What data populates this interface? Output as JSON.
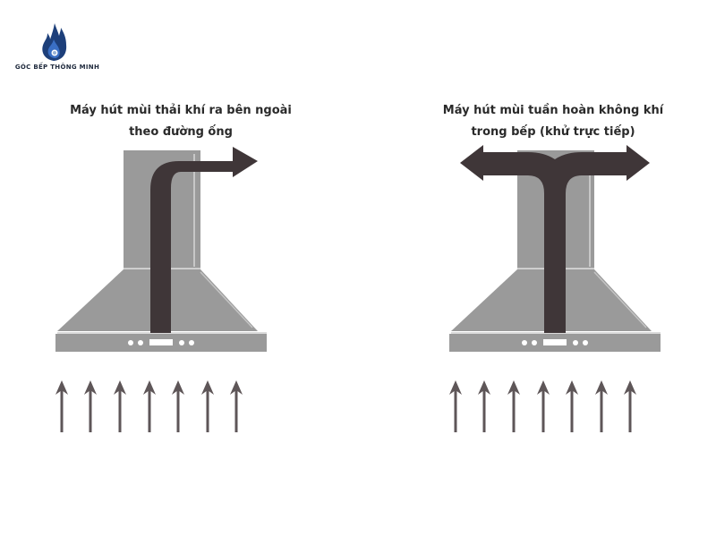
{
  "brand": {
    "name": "GÓC BẾP THÔNG MINH",
    "logo_icon": "flame-drop-icon",
    "colors": {
      "primary": "#1d3f7a",
      "accent": "#3a6fc4"
    }
  },
  "left_panel": {
    "caption_line1": "Máy hút mùi thải khí ra bên ngoài",
    "caption_line2": "theo đường ống",
    "airflow": "ducted-exhaust",
    "airflow_arrow_count": 7
  },
  "right_panel": {
    "caption_line1": "Máy hút mùi tuần hoàn không khí",
    "caption_line2": "trong bếp (khử trực tiếp)",
    "airflow": "recirculating",
    "airflow_arrow_count": 7
  },
  "colors": {
    "hood_gray": "#9a9a9a",
    "hood_light": "#b4b4b4",
    "flow_dark": "#3f3638",
    "arrow_gray": "#5e5658",
    "caption_text": "#2a2a2a"
  }
}
